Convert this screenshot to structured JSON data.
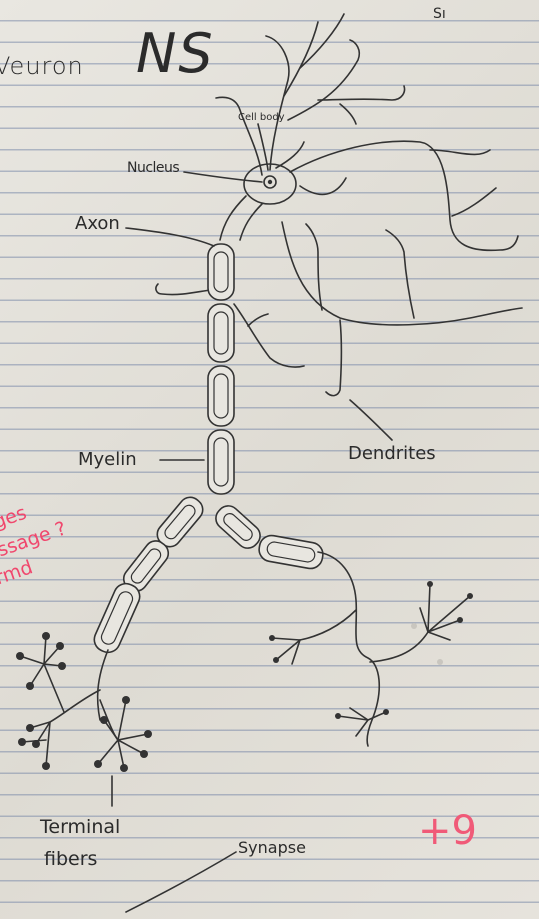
{
  "title": {
    "left": "Veuron",
    "right": "NS"
  },
  "corner_mark": "Sı",
  "labels": {
    "cell_body": "Cell body",
    "nucleus": "Nucleus",
    "axon": "Axon",
    "myelin": "Myelin",
    "dendrites": "Dendrites",
    "terminal_line1": "Terminal",
    "terminal_line2": "fibers",
    "synapse": "Synapse"
  },
  "teacher_note": [
    "ges",
    "ssage ?",
    "rmd"
  ],
  "score": "+9",
  "colors": {
    "ink": "#333333",
    "teacher_pen": "#f0476d",
    "paper": "#e6e3dc",
    "rule_lines": "#7d8caa"
  }
}
